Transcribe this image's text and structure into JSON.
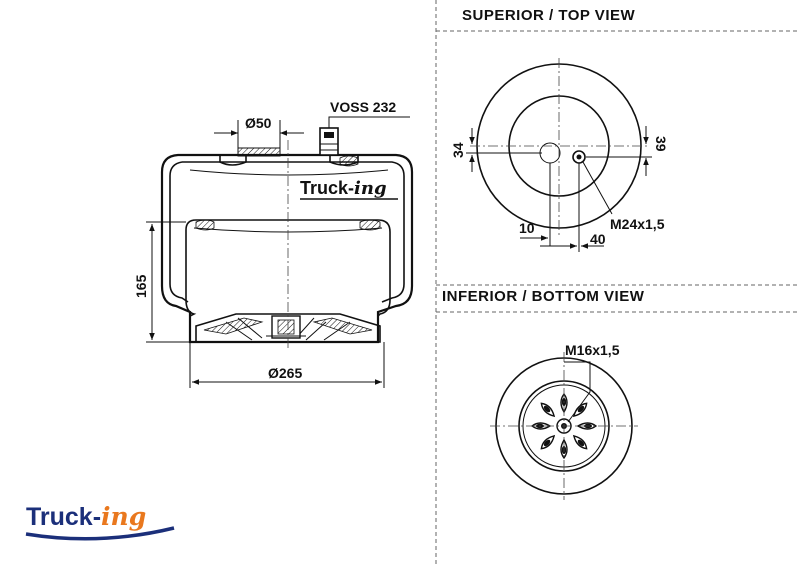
{
  "views": {
    "top_title": "SUPERIOR / TOP VIEW",
    "bottom_title": "INFERIOR / BOTTOM VIEW"
  },
  "side_view": {
    "top_diameter": "Ø50",
    "valve": "VOSS 232",
    "height": "165",
    "bottom_diameter": "Ø265",
    "stamp_main": "Truck-",
    "stamp_suffix": "ing"
  },
  "top_view": {
    "dim_left": "34",
    "dim_right": "39",
    "offset_a": "10",
    "offset_b": "40",
    "thread": "M24x1,5"
  },
  "bottom_view": {
    "thread": "M16x1,5"
  },
  "logo": {
    "main": "Truck-",
    "suffix": "ing",
    "main_color": "#1b2f7a",
    "suffix_color": "#e9781e"
  }
}
